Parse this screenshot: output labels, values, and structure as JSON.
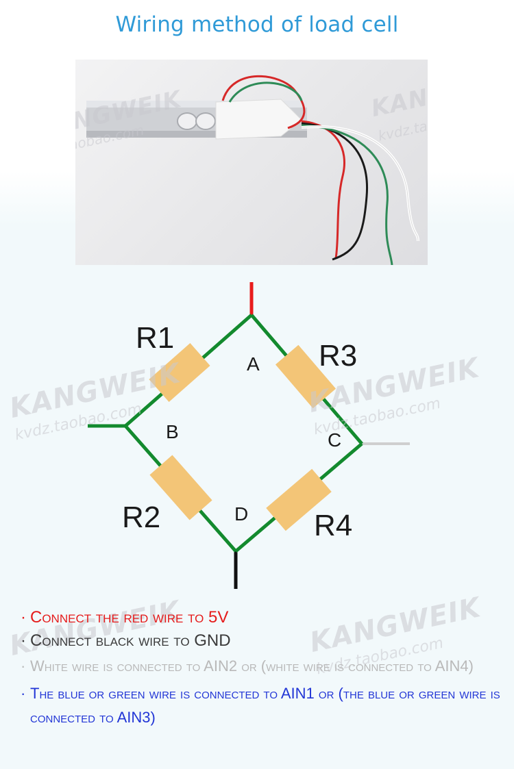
{
  "title": "Wiring method of load cell",
  "watermark": {
    "brand": "KANGWEIK",
    "site_photo": "kvdz.taobao.com",
    "site": "kvdz.taobao.com"
  },
  "photo": {
    "subject": "load cell with four wires",
    "wire_colors": [
      "#d62828",
      "#1a1a1a",
      "#2e8b57",
      "#ffffff"
    ]
  },
  "circuit": {
    "nodes": {
      "a": "A",
      "b": "B",
      "c": "C",
      "d": "D"
    },
    "resistors": {
      "r1": "R1",
      "r2": "R2",
      "r3": "R3",
      "r4": "R4"
    },
    "colors": {
      "trace": "#138a2e",
      "resistor": "#f3c577",
      "top_lead": "#e81c1c",
      "left_lead": "#138a2e",
      "right_lead": "#cfcfcf",
      "bottom_lead": "#111111"
    }
  },
  "notes": [
    {
      "dot": "·",
      "text": "Connect the red wire to 5V"
    },
    {
      "dot": "·",
      "text": "Connect black wire to GND"
    },
    {
      "dot": "·",
      "text": "White wire is connected to AIN2 or (white wire is connected to AIN4)"
    },
    {
      "dot": "·",
      "text": "The blue or green wire is connected to AIN1 or (the blue or green wire is connected to AIN3)"
    }
  ]
}
